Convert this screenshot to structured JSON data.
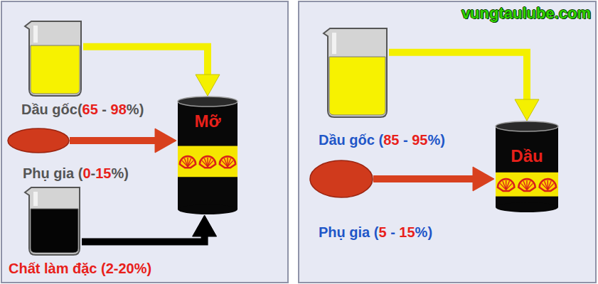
{
  "diagram": {
    "nodes": [
      {
        "text": [
          "Dầu gốc(65 - 98%)"
        ]
      },
      {
        "text": [
          "Phụ gia (0-15%)"
        ]
      },
      {
        "text": [
          "Chất làm đặc (2-20%)"
        ]
      },
      {
        "text": [
          "Mỡ"
        ]
      },
      {
        "text": [
          "Dầu gốc (85 - 95%)"
        ]
      },
      {
        "text": [
          "Phụ gia (5 - 15%)"
        ]
      },
      {
        "text": [
          "Dầu"
        ]
      }
    ],
    "edges": [
      {
        "from": 0,
        "to": 3,
        "arrow": "to"
      },
      {
        "from": 1,
        "to": 3,
        "arrow": "to"
      },
      {
        "from": 2,
        "to": 3,
        "arrow": "to"
      },
      {
        "from": 4,
        "to": 6,
        "arrow": "to"
      },
      {
        "from": 5,
        "to": 6,
        "arrow": "to"
      }
    ],
    "labels": [
      "vungtaulube.com"
    ]
  }
}
